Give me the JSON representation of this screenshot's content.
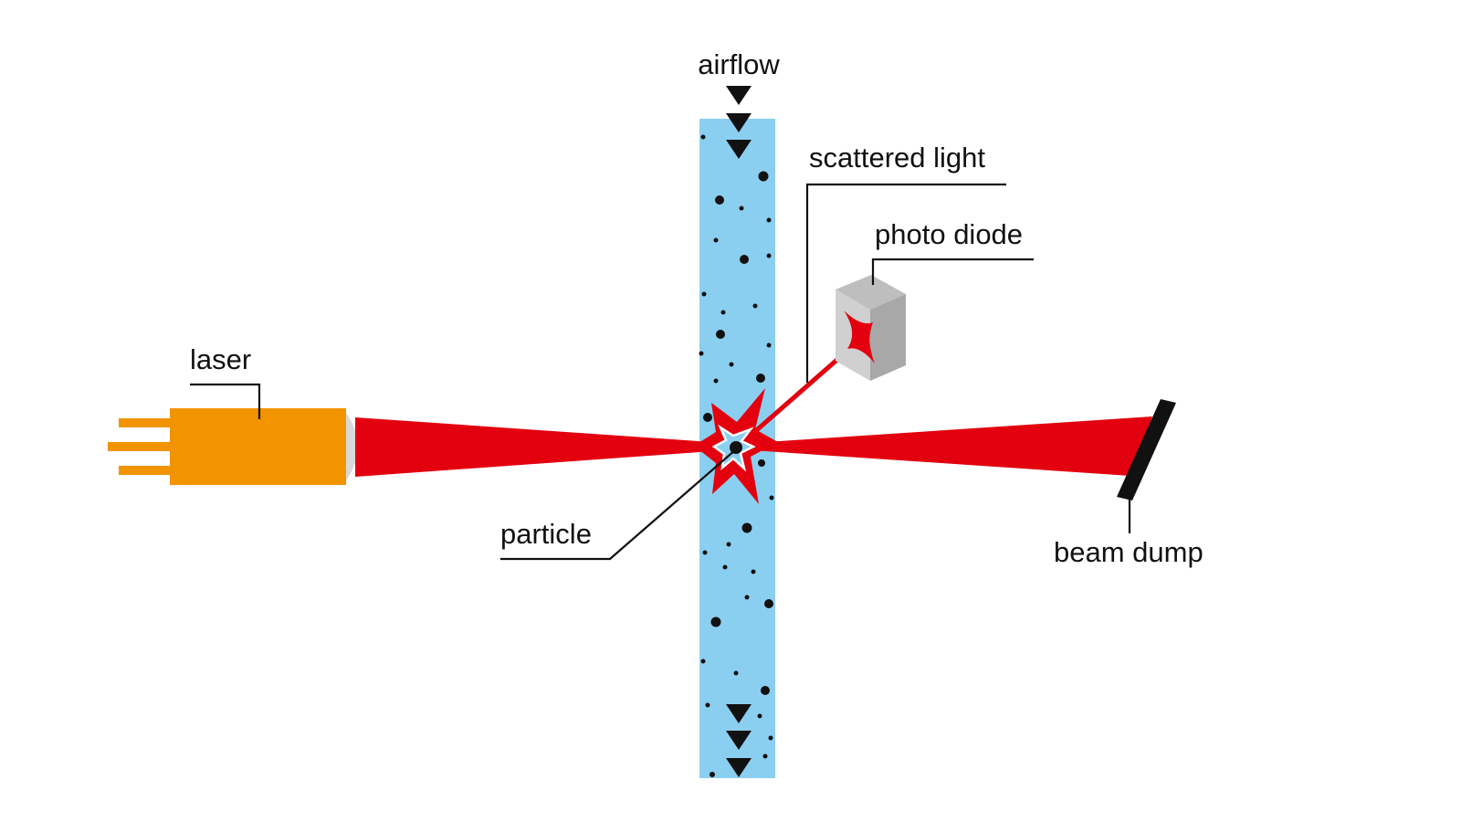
{
  "diagram": {
    "labels": {
      "airflow": "airflow",
      "scattered_light": "scattered light",
      "photo_diode": "photo diode",
      "laser": "laser",
      "particle": "particle",
      "beam_dump": "beam dump"
    },
    "colors": {
      "laser_body": "#F29400",
      "laser_beam": "#E3000F",
      "air_channel": "#8BCFF0",
      "particles": "#111111",
      "photo_diode": "#C8C8C8",
      "beam_dump": "#111111",
      "lens": "#D9D9D9"
    }
  }
}
